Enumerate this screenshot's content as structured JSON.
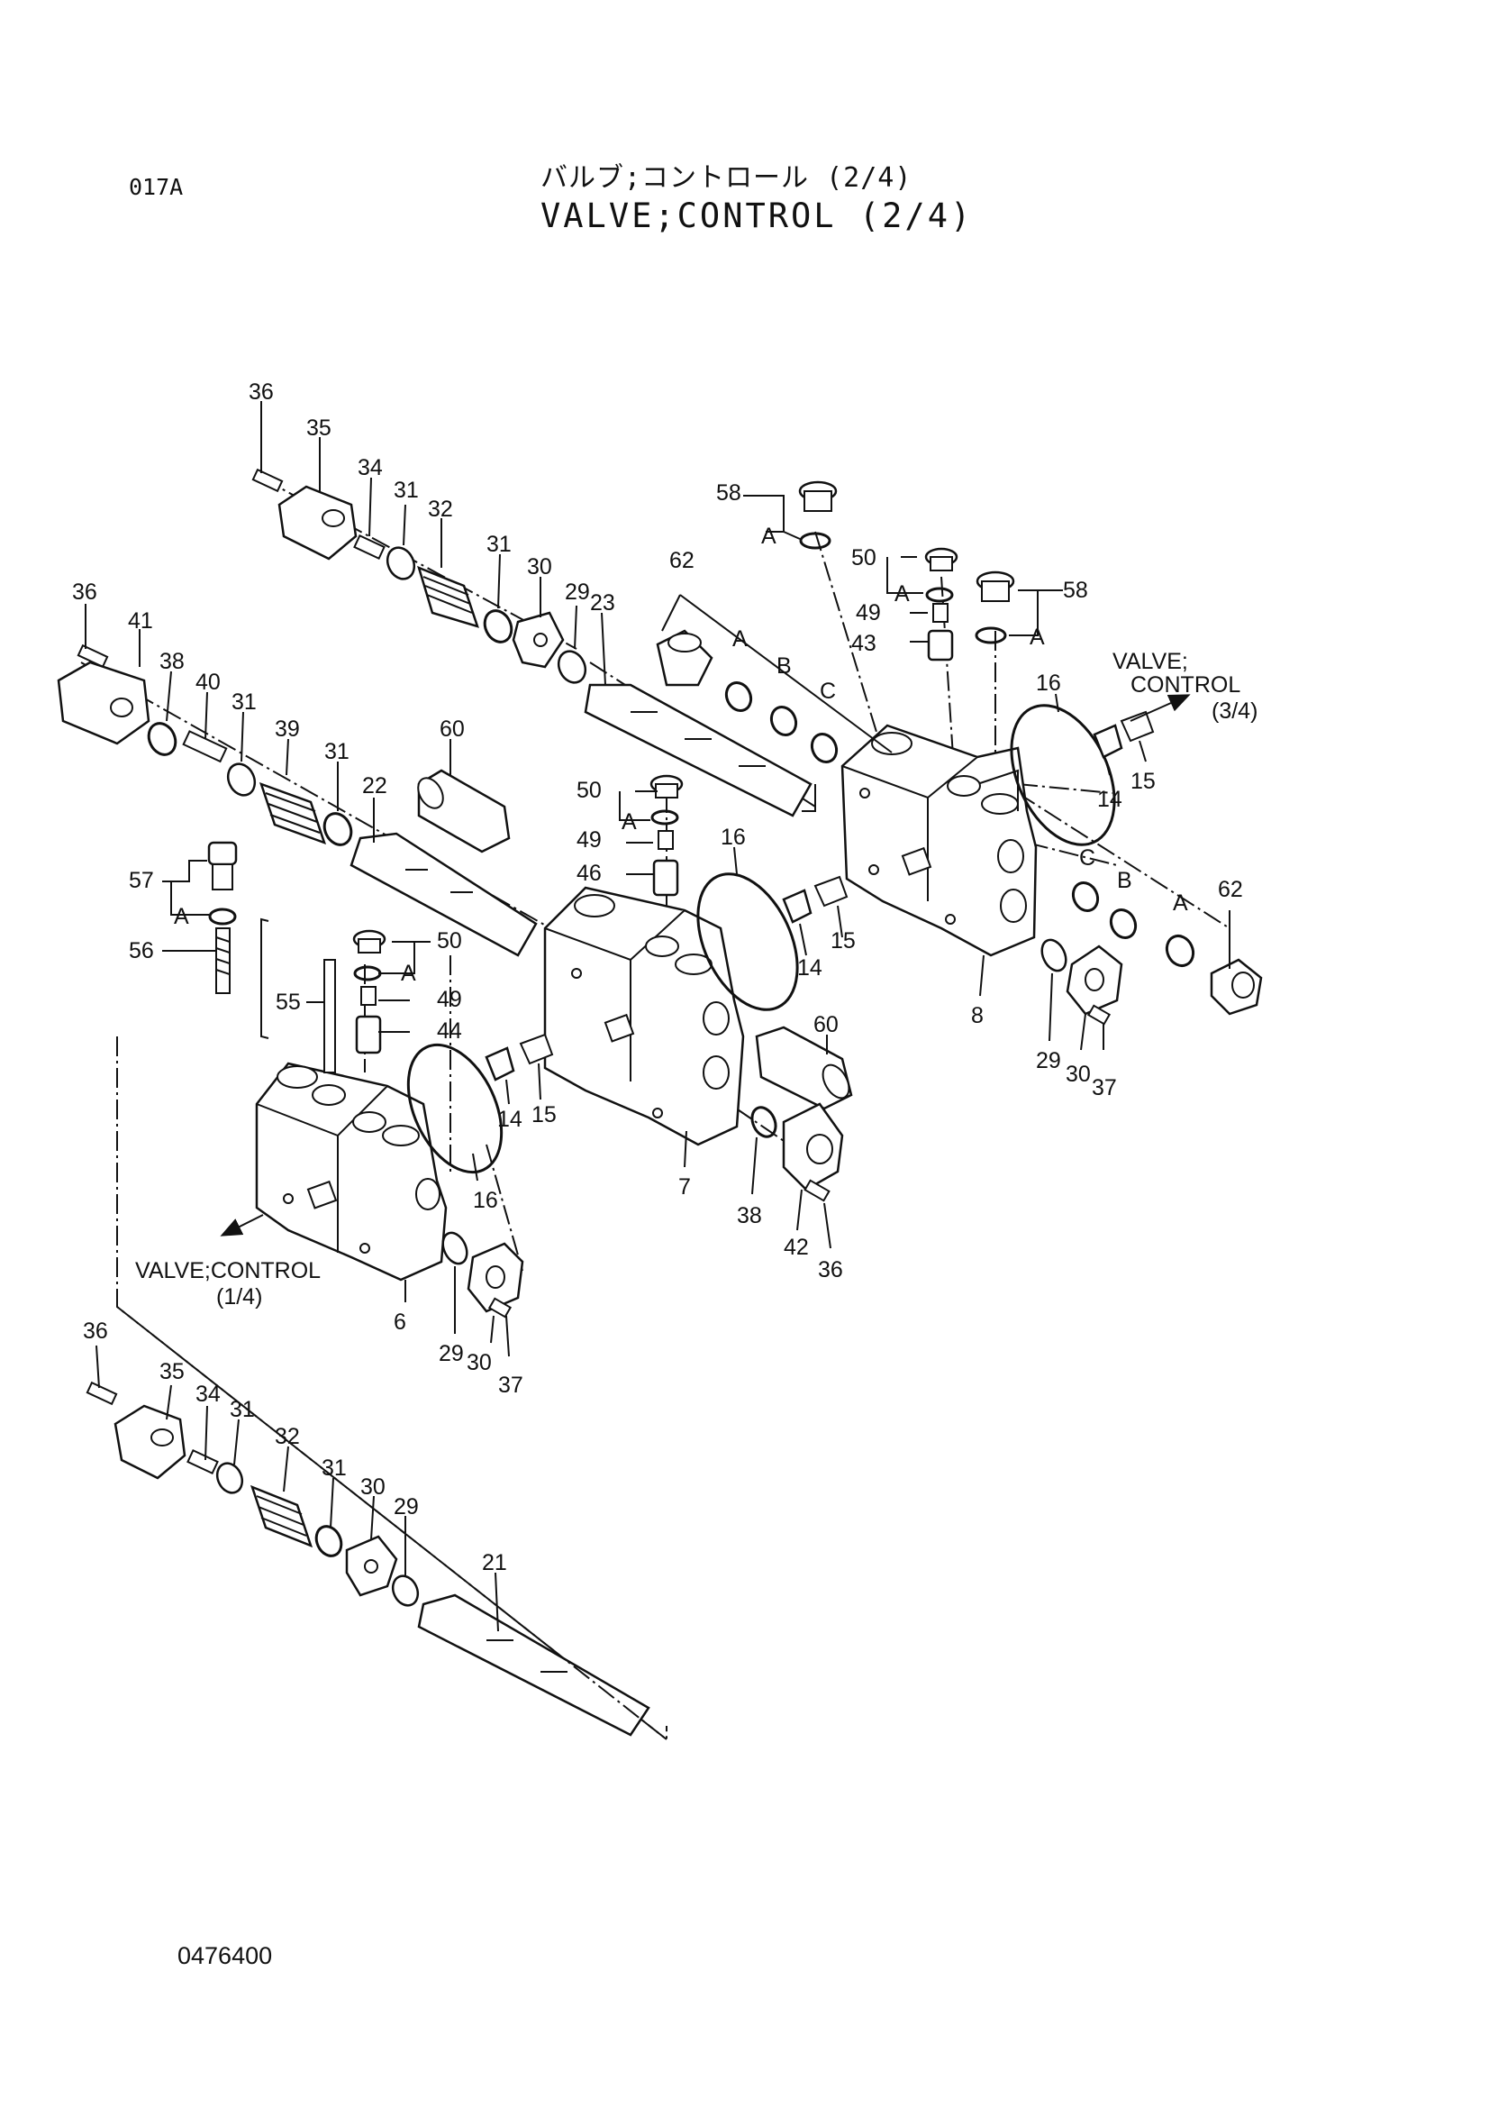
{
  "header": {
    "page_code": "017A",
    "title_jp": "バルブ;コントロール (2/4)",
    "title_en": "VALVE;CONTROL (2/4)"
  },
  "footer": {
    "drawing_number": "0476400"
  },
  "notes": {
    "to_valve_3_4_line1": "VALVE;",
    "to_valve_3_4_line2": "CONTROL",
    "to_valve_3_4_line3": "(3/4)",
    "to_valve_1_4_line1": "VALVE;CONTROL",
    "to_valve_1_4_line2": "(1/4)"
  },
  "callouts": {
    "c36a": "36",
    "c35a": "35",
    "c34a": "34",
    "c31a": "31",
    "c32a": "32",
    "c31b": "31",
    "c30a": "30",
    "c29a": "29",
    "c23": "23",
    "c36b": "36",
    "c41": "41",
    "c38a": "38",
    "c40": "40",
    "c31c": "31",
    "c39": "39",
    "c31d": "31",
    "c22": "22",
    "c60a": "60",
    "c58a": "58",
    "c58b": "58",
    "c62a": "62",
    "c50a": "50",
    "c49a": "49",
    "c43": "43",
    "c16a": "16",
    "c14a": "14",
    "c15a": "15",
    "c62b": "62",
    "c8": "8",
    "c29b": "29",
    "c30b": "30",
    "c37a": "37",
    "c50b": "50",
    "c49b": "49",
    "c46": "46",
    "c16b": "16",
    "c14b": "14",
    "c15b": "15",
    "c60b": "60",
    "c7": "7",
    "c38b": "38",
    "c42": "42",
    "c36c": "36",
    "c57": "57",
    "c56": "56",
    "c55": "55",
    "c50c": "50",
    "c49c": "49",
    "c44": "44",
    "c14c": "14",
    "c15c": "15",
    "c16c": "16",
    "c6": "6",
    "c29c": "29",
    "c30c": "30",
    "c37b": "37",
    "c36d": "36",
    "c35b": "35",
    "c34b": "34",
    "c31e": "31",
    "c32b": "32",
    "c31f": "31",
    "c30d": "30",
    "c29d": "29",
    "c21": "21",
    "lA1": "A",
    "lA2": "A",
    "lA3": "A",
    "lA4": "A",
    "lA5": "A",
    "lA6": "A",
    "lA7": "A",
    "lB1": "B",
    "lB2": "B",
    "lC1": "C",
    "lC2": "C"
  }
}
